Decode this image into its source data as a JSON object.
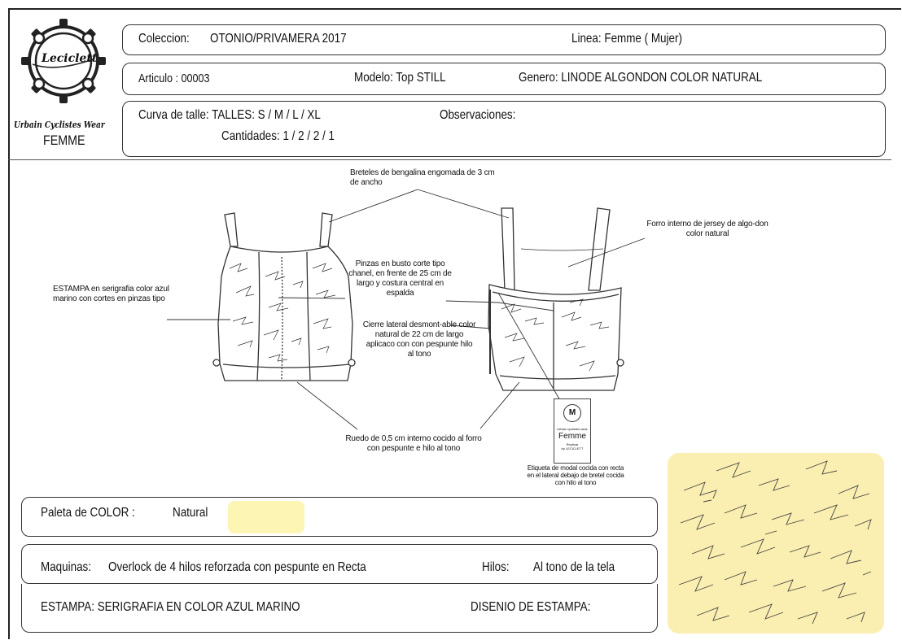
{
  "logo": {
    "brand": "Leciclett",
    "tagline": "Urbain Cyclistes Wear",
    "line": "FEMME"
  },
  "header": {
    "coleccion_label": "Coleccion:",
    "coleccion_value": "OTONIO/PRIVAMERA 2017",
    "linea": "Linea: Femme ( Mujer)",
    "articulo": "Articulo : 00003",
    "modelo": "Modelo: Top STILL",
    "genero": "Genero: LINODE ALGONDON COLOR NATURAL",
    "curva": "Curva de talle: TALLES:  S  / M  / L  / XL",
    "observaciones": "Observaciones:",
    "cantidades": "Cantidades:  1 / 2   / 2 /   1"
  },
  "annotations": {
    "breteles": "Breteles de bengalina engomada de 3 cm  de ancho",
    "forro": "Forro interno de jersey de algo-don color natural",
    "estampa": "ESTAMPA en serigrafia color azul marino con cortes en pinzas tipo",
    "pinzas": "Pinzas  en busto corte tipo chanel, en frente  de 25 cm de largo y  costura central en espalda",
    "cierre": "Cierre lateral desmont-able color natural de 22 cm de largo aplicaco con con pespunte  hilo al tono",
    "ruedo": "Ruedo de 0,5 cm interno  cocido al forro con pespunte e hilo al tono",
    "etiqueta": "Etiqueta de modal cocida con recta en el lateral debajo de bretel  cocida con hilo al tono"
  },
  "label_tag": {
    "letter": "M",
    "small1": "Urbain cyclistes wear",
    "brand": "Femme",
    "small2": "Replicar",
    "small3": "by LECICLETT"
  },
  "palette": {
    "label": "Paleta de COLOR :",
    "value": "Natural",
    "swatch_color": "#fdf5b4"
  },
  "maquinas": {
    "label": "Maquinas:",
    "value": "Overlock de 4 hilos reforzada con pespunte en Recta",
    "hilos_label": "Hilos:",
    "hilos_value": "Al tono de la tela"
  },
  "estampa_row": {
    "estampa": "ESTAMPA: SERIGRAFIA EN COLOR AZUL MARINO",
    "disenio": "DISENIO DE ESTAMPA:"
  },
  "colors": {
    "print_bg": "#faefb0",
    "line": "#333333"
  }
}
